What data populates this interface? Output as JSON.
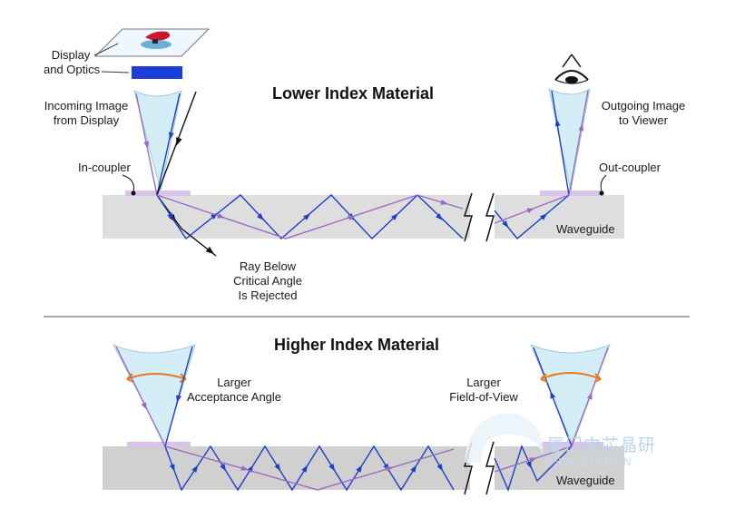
{
  "top_section": {
    "title": "Lower Index Material",
    "display_label_line1": "Display",
    "display_label_line2": "and Optics",
    "incoming_line1": "Incoming Image",
    "incoming_line2": "from Display",
    "incoupler": "In-coupler",
    "outgoing_line1": "Outgoing Image",
    "outgoing_line2": "to Viewer",
    "outcoupler": "Out-coupler",
    "waveguide": "Waveguide",
    "rejected_line1": "Ray Below",
    "rejected_line2": "Critical Angle",
    "rejected_line3": "Is Rejected"
  },
  "bottom_section": {
    "title": "Higher Index Material",
    "acceptance_line1": "Larger",
    "acceptance_line2": "Acceptance Angle",
    "fov_line1": "Larger",
    "fov_line2": "Field-of-View",
    "waveguide": "Waveguide"
  },
  "watermark": {
    "chinese": "厦门中芯晶研",
    "english": "CSW-XIAMEN"
  },
  "colors": {
    "waveguide_fill": "#dedede",
    "coupler_fill": "#d9c3e6",
    "cone_fill": "#d3eef6",
    "blue_ray": "#1f3fc4",
    "purple_ray": "#9a6bc4",
    "black_ray": "#111111",
    "angle_arc": "#e8781e",
    "display_bar": "#1c3ed6",
    "divider": "#a9a9a9"
  }
}
